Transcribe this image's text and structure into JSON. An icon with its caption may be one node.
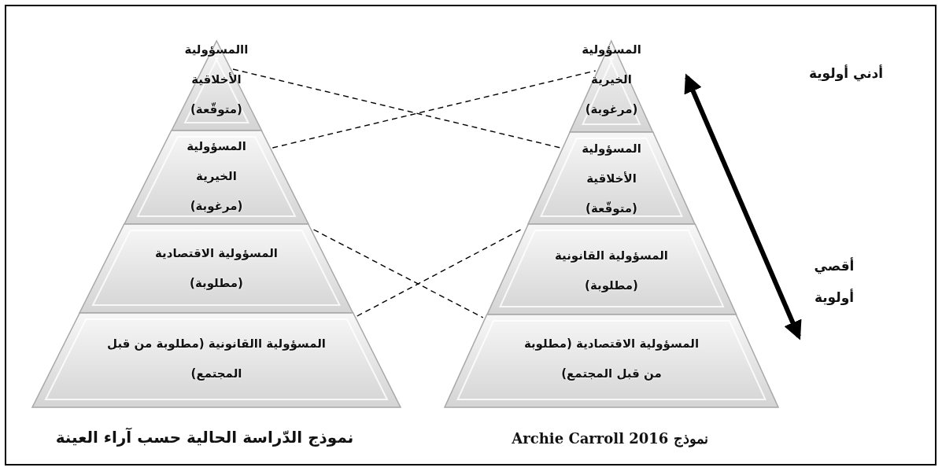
{
  "diagram": {
    "nodes": [
      {
        "text": [
          "االمسؤولية الأخلاقية (متوقّعة)"
        ]
      },
      {
        "text": [
          "المسؤولية الخيرية (مرغوبة)"
        ]
      },
      {
        "text": [
          "المسؤولية الاقتصادية (مطلوبة)"
        ]
      },
      {
        "text": [
          "المسؤولية االقانونية (مطلوبة من قبل المجتمع)"
        ]
      },
      {
        "text": [
          "المسؤولية الخيرية (مرغوبة)"
        ]
      },
      {
        "text": [
          "المسؤولية الأخلاقية (متوقّعة)"
        ]
      },
      {
        "text": [
          "المسؤولية القانونية (مطلوبة)"
        ]
      },
      {
        "text": [
          "المسؤولية الاقتصادية (مطلوبة من قبل المجتمع)"
        ]
      }
    ],
    "edges": [
      {
        "from": 0,
        "to": 5,
        "arrow": "none",
        "style": "dashed"
      },
      {
        "from": 1,
        "to": 4,
        "arrow": "none",
        "style": "dashed"
      },
      {
        "from": 2,
        "to": 7,
        "arrow": "none",
        "style": "dashed"
      },
      {
        "from": 3,
        "to": 6,
        "arrow": "none",
        "style": "dashed"
      }
    ],
    "labels": [
      "أدني أولوية",
      "أقصي أولوية",
      "نموذج الدّراسة الحالية حسب آراء العينة",
      "نموذج Archie Carroll 2016"
    ]
  }
}
